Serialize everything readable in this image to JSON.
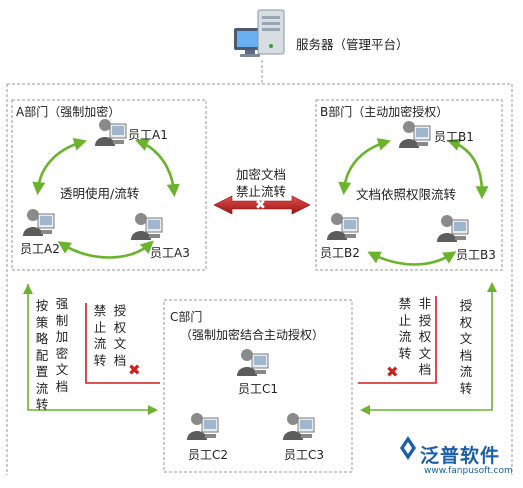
{
  "server": {
    "label": "服务器（管理平台）",
    "icon": "server-computer-icon"
  },
  "dept_a": {
    "title": "A部门（强制加密）",
    "center": "透明使用/流转",
    "users": [
      "员工A1",
      "员工A2",
      "员工A3"
    ]
  },
  "dept_b": {
    "title": "B部门（主动加密授权）",
    "center": "文档依照权限流转",
    "users": [
      "员工B1",
      "员工B2",
      "员工B3"
    ]
  },
  "dept_c": {
    "title": "C部门",
    "subtitle": "（强制加密结合主动授权）",
    "users": [
      "员工C1",
      "员工C2",
      "员工C3"
    ]
  },
  "between_ab": {
    "line1": "加密文档",
    "line2": "禁止流转"
  },
  "left_flows": {
    "col1": "按策略配置流转",
    "col2": "强制加密文档",
    "forbid_col1": "禁止流转",
    "forbid_col2": "授权文档"
  },
  "right_flows": {
    "forbid_col1": "禁止流转",
    "forbid_col2": "非授权文档",
    "col": "授权文档流转"
  },
  "logo": {
    "name": "泛普软件",
    "url": "www.fanpusoft.com"
  },
  "colors": {
    "arrow_green": "#6ab42d",
    "arrow_red": "#c62020",
    "frame_gray": "#9a9a9a",
    "forbid_line": "#d21f1f",
    "logo_blue": "#1c5fa8"
  }
}
